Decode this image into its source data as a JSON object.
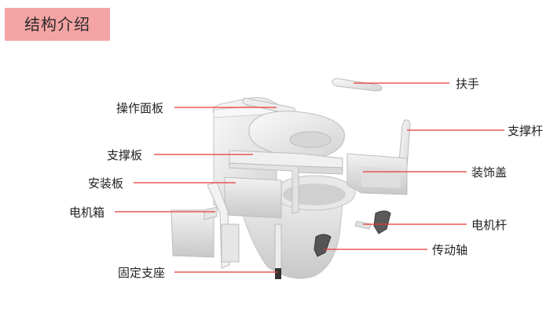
{
  "header": {
    "title": "结构介绍"
  },
  "parts": [
    {
      "id": "armrest",
      "label": "扶手"
    },
    {
      "id": "control-panel",
      "label": "操作面板"
    },
    {
      "id": "support-rod",
      "label": "支撑杆"
    },
    {
      "id": "support-plate",
      "label": "支撑板"
    },
    {
      "id": "decorative-cover",
      "label": "装饰盖"
    },
    {
      "id": "mounting-plate",
      "label": "安装板"
    },
    {
      "id": "motor-box",
      "label": "电机箱"
    },
    {
      "id": "motor-rod",
      "label": "电机杆"
    },
    {
      "id": "drive-shaft",
      "label": "传动轴"
    },
    {
      "id": "fixed-base",
      "label": "固定支座"
    }
  ],
  "colors": {
    "accent": "#f4a4a4",
    "leader": "#e53935",
    "text": "#222222"
  }
}
